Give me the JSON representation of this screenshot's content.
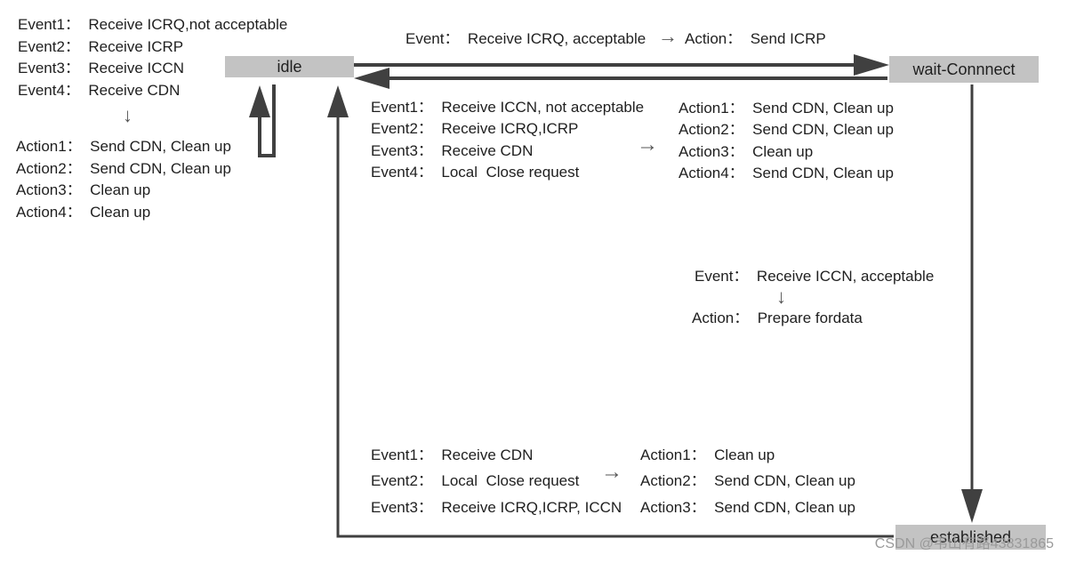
{
  "states": {
    "idle": "idle",
    "wait_connect": "wait-Connnect",
    "established": "established"
  },
  "idle_self": {
    "events": [
      "Event1：  Receive ICRQ,not acceptable",
      "Event2：  Receive ICRP",
      "Event3：  Receive ICCN",
      "Event4：  Receive CDN"
    ],
    "arrow": "↓",
    "actions": [
      "Action1：  Send CDN, Clean up",
      "Action2：  Send CDN, Clean up",
      "Action3：  Clean up",
      "Action4：  Clean up"
    ]
  },
  "idle_to_wait": {
    "event": "Event：  Receive ICRQ, acceptable",
    "arrow": "→",
    "action": "Action：  Send ICRP"
  },
  "wait_to_idle": {
    "events": [
      "Event1：  Receive ICCN, not acceptable",
      "Event2：  Receive ICRQ,ICRP",
      "Event3：  Receive CDN",
      "Event4：  Local  Close request"
    ],
    "arrow": "→",
    "actions": [
      "Action1：  Send CDN, Clean up",
      "Action2：  Send CDN, Clean up",
      "Action3：  Clean up",
      "Action4：  Send CDN, Clean up"
    ]
  },
  "wait_to_established": {
    "event": "Event：  Receive ICCN, acceptable",
    "arrow": "↓",
    "action": "Action：  Prepare fordata"
  },
  "established_to_idle": {
    "events": [
      "Event1：  Receive CDN",
      "Event2：  Local  Close request",
      "Event3：  Receive ICRQ,ICRP, ICCN"
    ],
    "arrow": "→",
    "actions": [
      "Action1：  Clean up",
      "Action2：  Send CDN, Clean up",
      "Action3：  Send CDN, Clean up"
    ]
  },
  "watermark": "CSDN @韦山有路43831865",
  "colors": {
    "state_fill": "#c3c3c3",
    "line": "#404040"
  }
}
